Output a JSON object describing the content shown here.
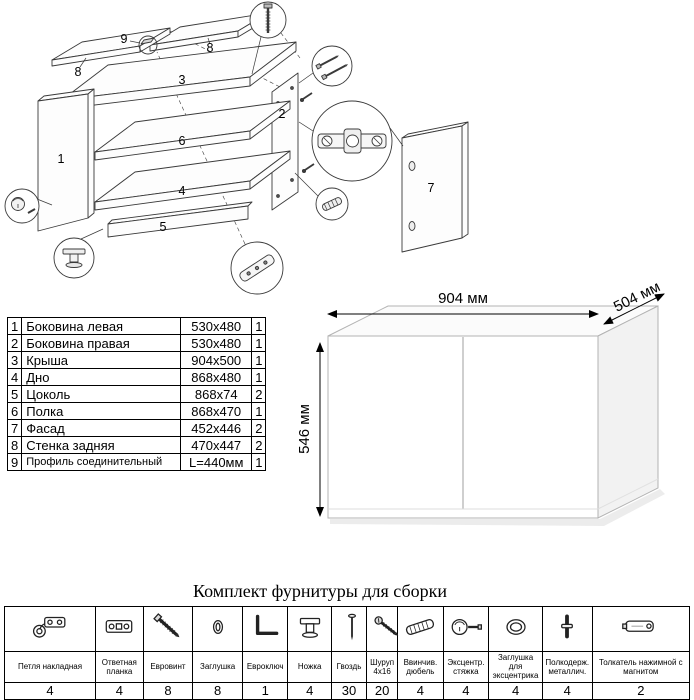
{
  "parts_table": {
    "rows": [
      {
        "num": "1",
        "name": "Боковина левая",
        "size": "530x480",
        "qty": "1"
      },
      {
        "num": "2",
        "name": "Боковина правая",
        "size": "530x480",
        "qty": "1"
      },
      {
        "num": "3",
        "name": "Крыша",
        "size": "904x500",
        "qty": "1"
      },
      {
        "num": "4",
        "name": "Дно",
        "size": "868x480",
        "qty": "1"
      },
      {
        "num": "5",
        "name": "Цоколь",
        "size": "868x74",
        "qty": "2"
      },
      {
        "num": "6",
        "name": "Полка",
        "size": "868x470",
        "qty": "1"
      },
      {
        "num": "7",
        "name": "Фасад",
        "size": "452x446",
        "qty": "2"
      },
      {
        "num": "8",
        "name": "Стенка задняя",
        "size": "470x447",
        "qty": "2"
      },
      {
        "num": "9",
        "name": "Профиль соединительный",
        "size": "L=440мм",
        "qty": "1"
      }
    ]
  },
  "dimensions": {
    "width_label": "904 мм",
    "depth_label": "504 мм",
    "height_label": "546 мм"
  },
  "exploded_view": {
    "part_labels": {
      "p1": "1",
      "p2": "2",
      "p3": "3",
      "p4": "4",
      "p5": "5",
      "p6": "6",
      "p7": "7",
      "p8": "8",
      "p9": "9"
    }
  },
  "hardware": {
    "title": "Комплект фурнитуры для сборки",
    "items": [
      {
        "label": "Петля накладная",
        "qty": "4",
        "icon": "hinge-icon"
      },
      {
        "label": "Ответная планка",
        "qty": "4",
        "icon": "strike-plate-icon"
      },
      {
        "label": "Евровинт",
        "qty": "8",
        "icon": "confirmat-screw-icon"
      },
      {
        "label": "Заглушка",
        "qty": "8",
        "icon": "cap-icon"
      },
      {
        "label": "Евроключ",
        "qty": "1",
        "icon": "hex-key-icon"
      },
      {
        "label": "Ножка",
        "qty": "4",
        "icon": "foot-icon"
      },
      {
        "label": "Гвоздь",
        "qty": "30",
        "icon": "nail-icon"
      },
      {
        "label": "Шуруп 4x16",
        "qty": "20",
        "icon": "screw-icon"
      },
      {
        "label": "Ввинчив. дюбель",
        "qty": "4",
        "icon": "threaded-dowel-icon"
      },
      {
        "label": "Эксцентр. стяжка",
        "qty": "4",
        "icon": "cam-lock-icon"
      },
      {
        "label": "Заглушка для эксцентрика",
        "qty": "4",
        "icon": "cam-cap-icon"
      },
      {
        "label": "Полкодерж. металлич.",
        "qty": "4",
        "icon": "shelf-support-icon"
      },
      {
        "label": "Толкатель нажимной с магнитом",
        "qty": "2",
        "icon": "push-opener-icon"
      }
    ]
  }
}
